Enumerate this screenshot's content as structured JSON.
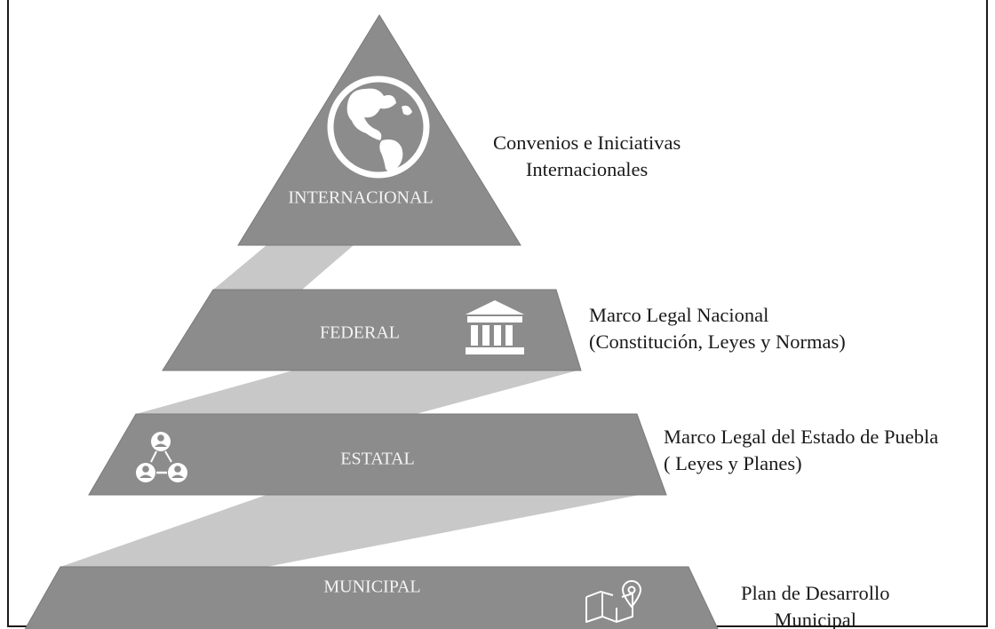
{
  "colors": {
    "tier_fill": "#8c8c8c",
    "tier_stroke": "#7a7a7a",
    "ribbon_fill": "#c8c8c8",
    "icon_color": "#ffffff",
    "label_color": "#f4f4f4",
    "text_color": "#1a1a1a"
  },
  "tiers": [
    {
      "label": "INTERNACIONAL",
      "icon": "globe-icon",
      "description": [
        "Convenios e Iniciativas",
        "Internacionales"
      ]
    },
    {
      "label": "FEDERAL",
      "icon": "government-building-icon",
      "description": [
        "Marco Legal Nacional",
        "(Constitución, Leyes y Normas)"
      ]
    },
    {
      "label": "ESTATAL",
      "icon": "people-network-icon",
      "description": [
        "Marco Legal del Estado de Puebla",
        "( Leyes y Planes)"
      ]
    },
    {
      "label": "MUNICIPAL",
      "icon": "map-pin-icon",
      "description": [
        "Plan de Desarrollo",
        "Municipal"
      ]
    }
  ]
}
